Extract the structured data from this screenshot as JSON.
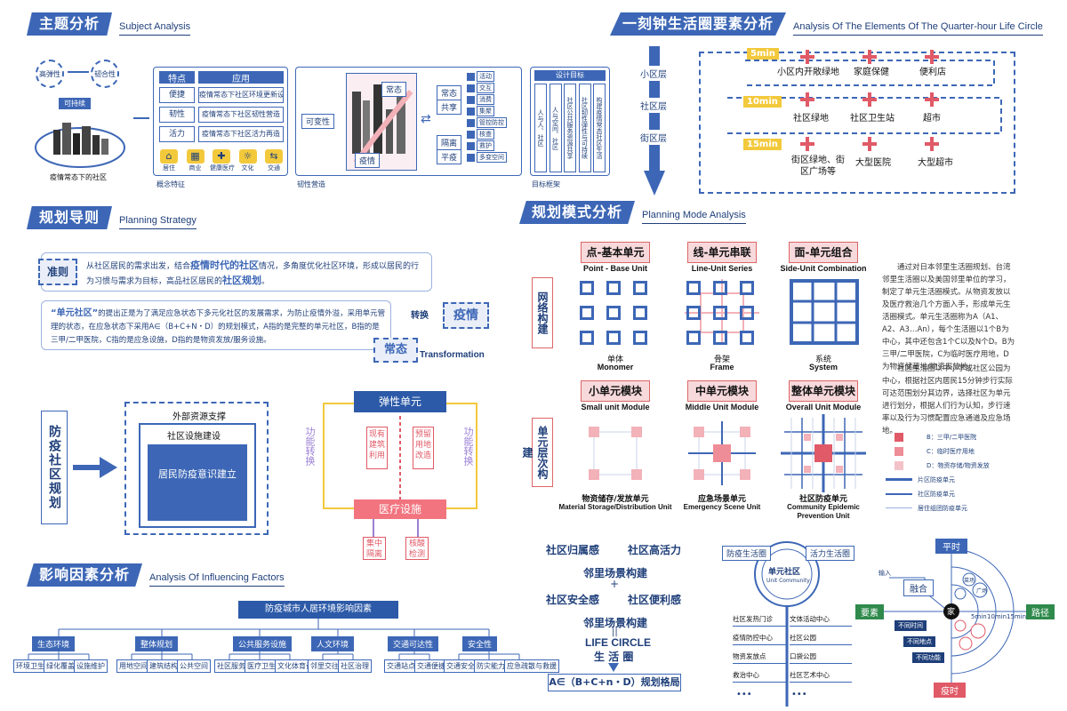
{
  "subject": {
    "title_zh": "主题分析",
    "title_en": "Subject Analysis",
    "circle_left_top": "高弹性",
    "circle_right_top": "韧合性",
    "ring_label": "可持续",
    "community_caption": "疫情常态下的社区",
    "table_head_left": "特点",
    "table_head_right": "应用",
    "rows": [
      {
        "k": "便捷",
        "v": "疫情常态下社区环境更新设计"
      },
      {
        "k": "韧性",
        "v": "疫情常态下社区韧性营造"
      },
      {
        "k": "活力",
        "v": "疫情常态下社区活力再造"
      }
    ],
    "icons": [
      "居住",
      "商业",
      "健康医疗",
      "文化",
      "交通"
    ],
    "caption_left": "概念特征",
    "resilience_tag": "可变性",
    "caption_mid": "韧性营造",
    "scene_tags": [
      "常态",
      "疫情"
    ],
    "flow_tags": [
      "常态",
      "共享",
      "隔离",
      "平疫"
    ],
    "right_tags": [
      "活动",
      "交互",
      "消费",
      "集聚",
      "管控防控",
      "核查",
      "救护",
      "多变空间"
    ],
    "design_goal_title": "设计目标",
    "design_goals": [
      "人与人、社区",
      "人与空间、社区",
      "社区公共服务资源共享",
      "社区韧性弹性与可持续",
      "构建疫情常态社区生活"
    ],
    "caption_right": "目标框架"
  },
  "life_circle": {
    "title_zh": "一刻钟生活圈要素分析",
    "title_en": "Analysis Of The Elements Of The Quarter-hour Life Circle",
    "levels": [
      "小区层",
      "社区层",
      "街区层"
    ],
    "mins": [
      "5min",
      "10min",
      "15min"
    ],
    "poi_row1": [
      "小区内开敞绿地",
      "家庭保健",
      "便利店"
    ],
    "poi_row2": [
      "社区绿地",
      "社区卫生站",
      "超市"
    ],
    "poi_row3": [
      "街区绿地、街区广场等",
      "大型医院",
      "大型超市"
    ]
  },
  "planning_strategy": {
    "title_zh": "规划导则",
    "title_en": "Planning Strategy",
    "principle_label": "准则",
    "principle_text_1": "从社区居民的需求出发，结合",
    "principle_hl_1": "疫情时代的社区",
    "principle_text_2": "情况，多角度优化社区环境，形成以居民的行为习惯与需求为目标，高品社区居民的",
    "principle_hl_2": "社区规划",
    "principle_text_3": "。",
    "unit_quote": "“单元社区”",
    "unit_text": "的提出正是为了满足应急状态下多元化社区的发展需求，为防止疫情外溢，采用单元管理的状态，在应急状态下采用A∈（B+C+N・D）的规划模式，A指的是完整的单元社区，B指的是三甲/二甲医院，C指的是应急设施，D指的是物资发放/服务设施。",
    "epidemic": "疫情",
    "normal": "常态",
    "switch": "转换",
    "transformation": "Transformation",
    "prevention_title": "防疫社区规划",
    "outer_support": "外部资源支撑",
    "facility_build": "社区设施建设",
    "resident_aware": "居民防疫意识建立",
    "elastic_unit": "弹性单元",
    "medical": "医疗设施",
    "func_switch": "功能转换",
    "mid_left": "现有建筑利用",
    "mid_right": "预留用地改造",
    "bottom_left": "集中隔离",
    "bottom_right": "核酸检测"
  },
  "factors": {
    "title_zh": "影响因素分析",
    "title_en": "Analysis Of Influencing Factors",
    "root": "防疫城市人居环境影响因素",
    "groups": [
      {
        "name": "生态环境",
        "items": [
          "环境卫生",
          "绿化覆盖率",
          "设施维护"
        ]
      },
      {
        "name": "整体规划",
        "items": [
          "用地空间",
          "建筑结构",
          "公共空间"
        ]
      },
      {
        "name": "公共服务设施",
        "items": [
          "社区服务设施",
          "医疗卫生设施",
          "文化体育设施"
        ]
      },
      {
        "name": "人文环境",
        "items": [
          "邻里交往",
          "社区治理"
        ]
      },
      {
        "name": "交通可达性",
        "items": [
          "交通站点",
          "交通便捷程度"
        ]
      },
      {
        "name": "安全性",
        "items": [
          "交通安全",
          "防灾能力",
          "应急疏散与救援"
        ]
      }
    ]
  },
  "planning_mode": {
    "title_zh": "规划模式分析",
    "title_en": "Planning Mode Analysis",
    "row1_label": "网络构建",
    "row2_label": "单元层次构建",
    "modes_row1": [
      {
        "card": "点-基本单元",
        "en": "Point - Base Unit",
        "sub_zh": "单体",
        "sub_en": "Monomer"
      },
      {
        "card": "线-单元串联",
        "en": "Line-Unit Series",
        "sub_zh": "骨架",
        "sub_en": "Frame"
      },
      {
        "card": "面-单元组合",
        "en": "Side-Unit Combination",
        "sub_zh": "系统",
        "sub_en": "System"
      }
    ],
    "modes_row2": [
      {
        "card": "小单元模块",
        "en": "Small unit Module",
        "sub_zh": "物资储存/发放单元",
        "sub_en": "Material Storage/Distribution Unit"
      },
      {
        "card": "中单元模块",
        "en": "Middle Unit Module",
        "sub_zh": "应急场景单元",
        "sub_en": "Emergency Scene Unit"
      },
      {
        "card": "整体单元模块",
        "en": "Overall Unit Module",
        "sub_zh": "社区防疫单元",
        "sub_en": "Community Epidemic Prevention Unit"
      }
    ],
    "description_1": "通过对日本邻里生活圈规划、台湾邻里生活圈以及美国邻里单位的学习，制定了单元生活圈模式。从物资发放以及医疗救治几个方面入手，形成单元生活圈模式。单元生活圈称为A（A1、A2、A3…An），每个生活圈以1个B为中心，其中还包含1个C以及N个D。B为三甲/二甲医院，C为临时医疗用地，D为物资储藏地/物资发放地。",
    "description_2": "社区生活圈以中小学或社区公园为中心，根据社区内居民15分钟步行实际可达范围划分其边界，选择社区为单元进行划分，根据人们行为认知，步行速率以及行为习惯配置应急通道及应急场地。",
    "legend": [
      "B：三甲/二甲医院",
      "C：临时医疗用地",
      "D：物资存储/物资发放",
      "片区防疫单元",
      "社区防疫单元",
      "居住组团防疫单元"
    ]
  },
  "life_circle_formula": {
    "top_left": "社区归属感",
    "top_right": "社区高活力",
    "mid": "邻里场景构建",
    "plus": "+",
    "bot_left": "社区安全感",
    "bot_right": "社区便利感",
    "mid2": "邻里场景构建",
    "eq": "||",
    "life_circle_en": "LIFE CIRCLE",
    "life_circle_zh": "生 活 圈",
    "formula": "A∈（B+C+n・D）规划格局"
  },
  "unit_community": {
    "left_tag": "防疫生活圈",
    "right_tag": "活力生活圈",
    "center_zh": "单元社区",
    "center_en": "Unit Community",
    "left_items": [
      "社区发热门诊",
      "疫情防控中心",
      "物资发放点",
      "救治中心"
    ],
    "right_items": [
      "文体活动中心",
      "社区公园",
      "口袋公园",
      "社区艺术中心"
    ],
    "dots": "•••"
  },
  "radial": {
    "top": "平时",
    "bottom": "疫时",
    "left": "要素",
    "right": "路径",
    "center": "家",
    "fuse": "融合",
    "arrow_note": "输入",
    "rings": [
      "5min",
      "10min",
      "15min"
    ],
    "outer_tags": [
      "广场",
      "菜场"
    ],
    "inner_tags": [
      "不同时间",
      "不同地点",
      "不同功能"
    ]
  }
}
